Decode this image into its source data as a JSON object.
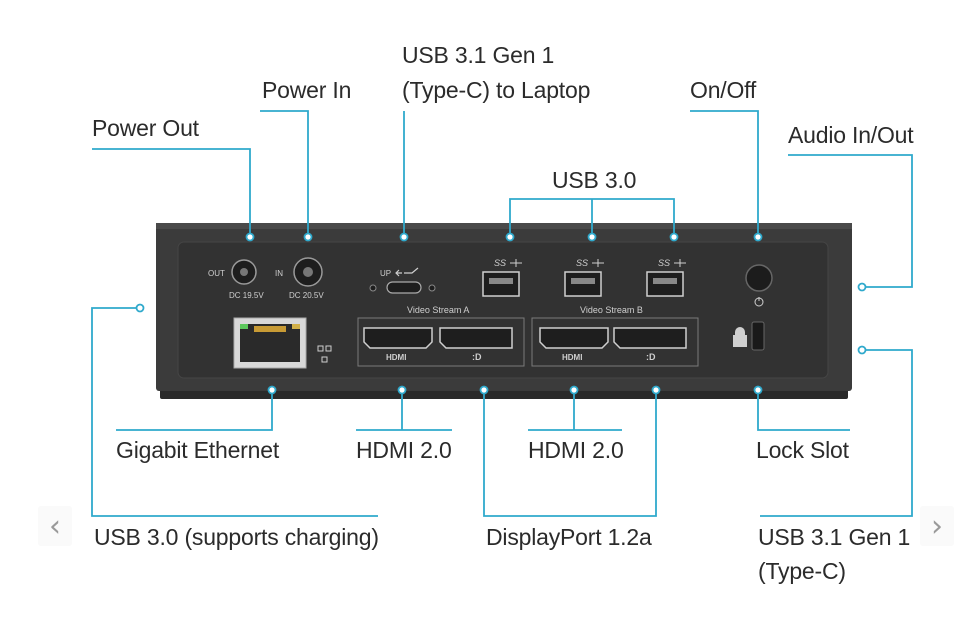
{
  "callouts": {
    "power_out": "Power Out",
    "power_in": "Power In",
    "usb31_laptop_line1": "USB 3.1 Gen 1",
    "usb31_laptop_line2": "(Type-C) to Laptop",
    "on_off": "On/Off",
    "audio": "Audio In/Out",
    "usb30_top": "USB 3.0",
    "gigabit": "Gigabit Ethernet",
    "hdmi_a": "HDMI 2.0",
    "hdmi_b": "HDMI 2.0",
    "lock": "Lock Slot",
    "usb30_charging": "USB 3.0 (supports charging)",
    "displayport": "DisplayPort 1.2a",
    "usb31_typec_line1": "USB 3.1 Gen 1",
    "usb31_typec_line2": "(Type-C)"
  },
  "device": {
    "out_label": "OUT",
    "dc_out": "DC 19.5V",
    "in_label": "IN",
    "dc_in": "DC 20.5V",
    "up_label": "UP",
    "ss_label": "SS",
    "video_a": "Video Stream A",
    "video_b": "Video Stream B",
    "hdmi_label": "HDMI",
    "dp_label": ":D"
  },
  "nav": {
    "prev_icon": "chevron-left-icon",
    "next_icon": "chevron-right-icon",
    "prev_glyph": "‹",
    "next_glyph": "›"
  },
  "colors": {
    "accent": "#2fa9cc",
    "device": "#3a3a3a"
  }
}
